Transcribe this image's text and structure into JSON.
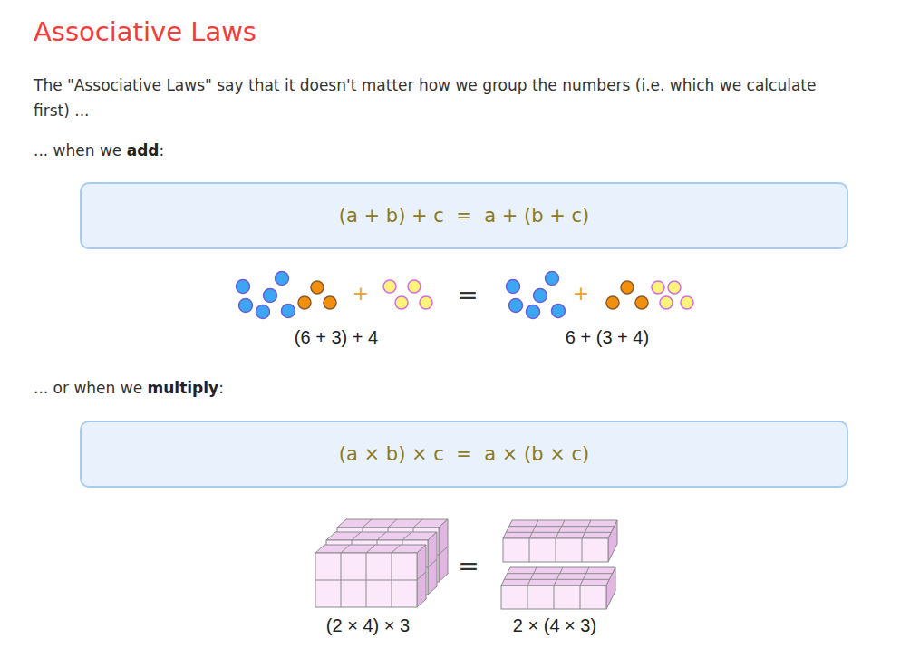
{
  "diagram": {
    "title": "Associative Laws",
    "nodes": [
      {
        "text": [
          "(a + b) + c  =  a + (b + c)"
        ]
      },
      {
        "text": [
          "(a × b) × c  =  a × (b × c)"
        ]
      }
    ],
    "labels": [
      "The \"Associative Laws\" say that it doesn't matter how we group the numbers (i.e. which we calculate first) ...",
      "... when we ",
      "add",
      ":",
      "+",
      "=",
      "+",
      "(6 + 3) + 4",
      "6 + (3 + 4)",
      "... or when we ",
      "multiply",
      ":",
      "=",
      "(2 × 4) × 3",
      "2 × (4 × 3)"
    ]
  }
}
